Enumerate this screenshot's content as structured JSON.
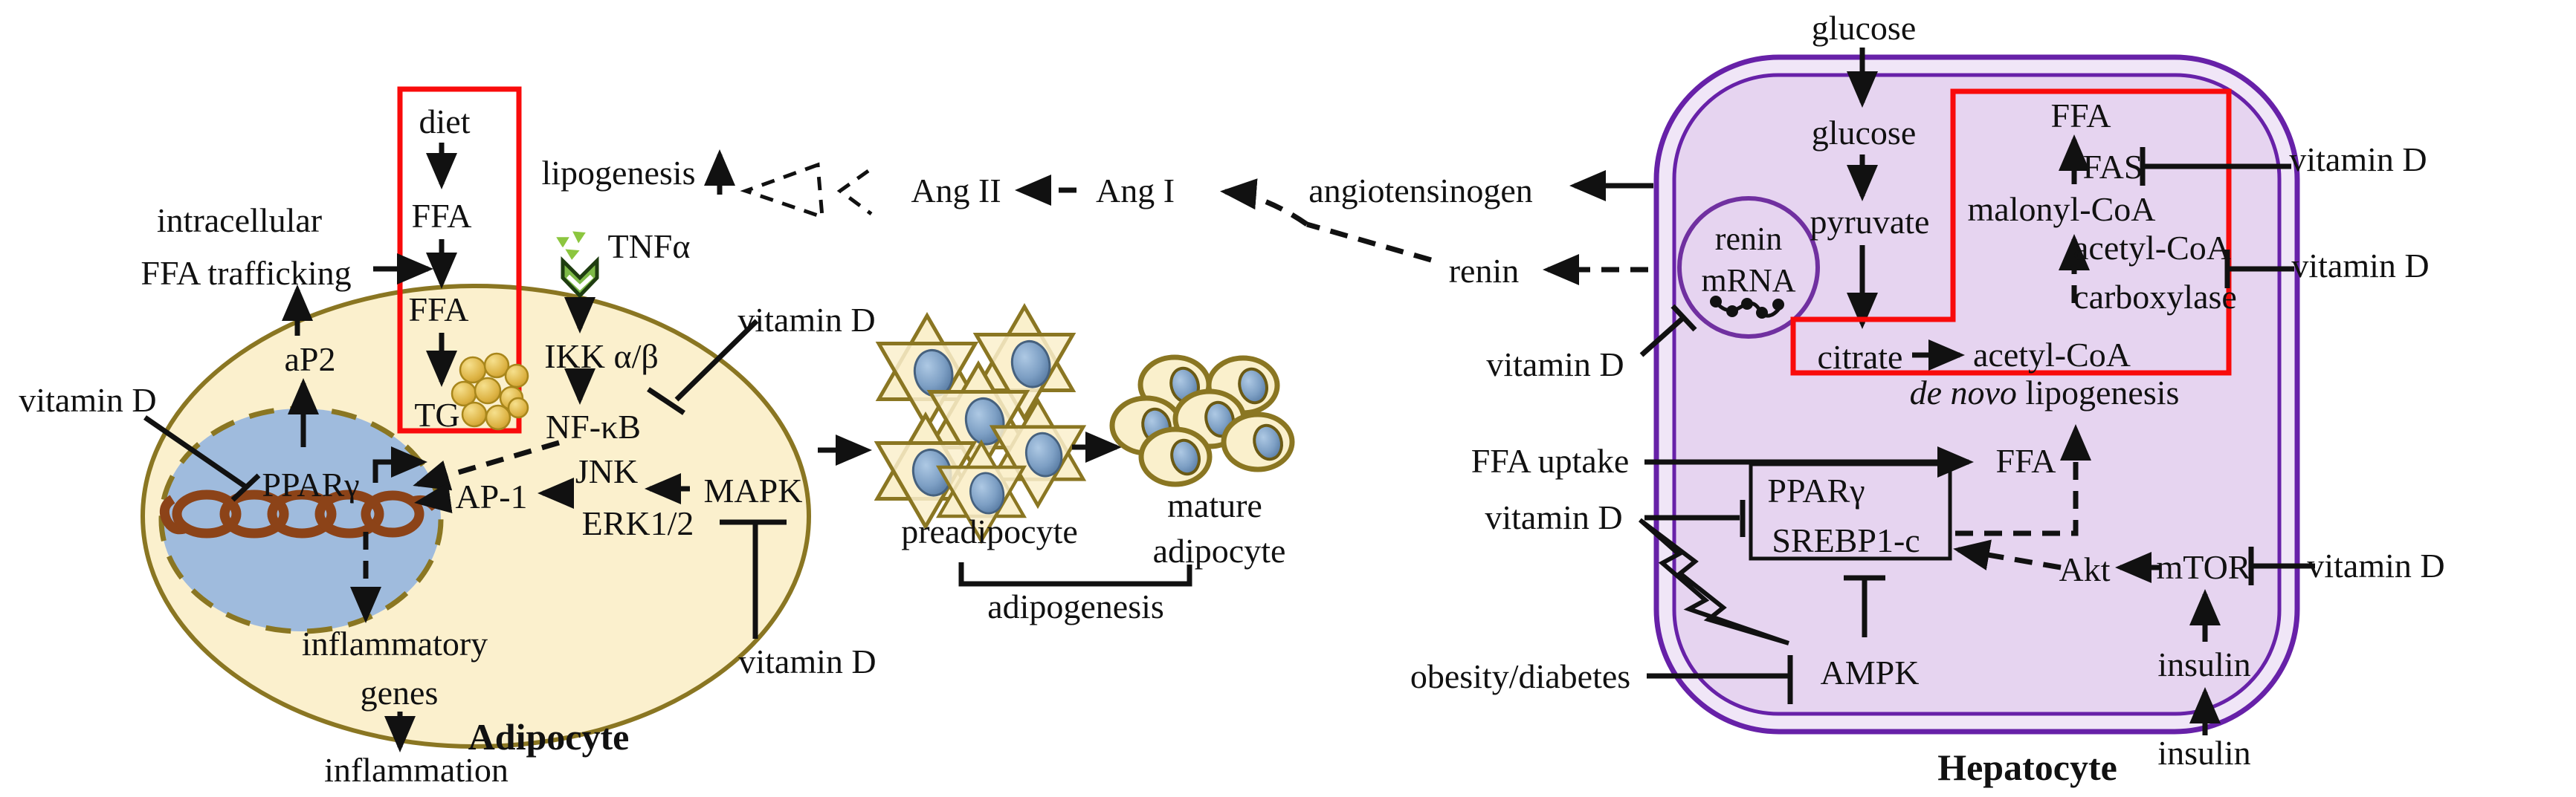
{
  "figure": {
    "adipocyte": {
      "cell_label": "Adipocyte",
      "intracellular": "intracellular",
      "ffa_trafficking": "FFA trafficking",
      "vitamin_d_left": "vitamin D",
      "vitamin_d_top": "vitamin D",
      "vitamin_d_bottom": "vitamin D",
      "ap2": "aP2",
      "pparg": "PPARγ",
      "diet": "diet",
      "ffa_outside": "FFA",
      "ffa_inside": "FFA",
      "tg": "TG",
      "tnfa": "TNFα",
      "ikk": "IKK α/β",
      "nfkb": "NF-κB",
      "jnk": "JNK",
      "erk": "ERK1/2",
      "ap1": "AP-1",
      "mapk": "MAPK",
      "inflammatory": "inflammatory",
      "genes": "genes",
      "inflammation": "inflammation"
    },
    "middle": {
      "lipogenesis": "lipogenesis",
      "ang2": "Ang II",
      "ang1": "Ang I",
      "angiotensinogen": "angiotensinogen",
      "renin": "renin",
      "preadipocyte": "preadipocyte",
      "mature": "mature",
      "mature2": "adipocyte",
      "adipogenesis": "adipogenesis"
    },
    "hepatocyte": {
      "cell_label": "Hepatocyte",
      "glucose_out": "glucose",
      "glucose_in": "glucose",
      "pyruvate": "pyruvate",
      "citrate": "citrate",
      "acetyl_coa_lower": "acetyl-CoA",
      "ffa_red_box": "FFA",
      "fas": "FAS",
      "malonyl_coa": "malonyl-CoA",
      "acetyl_coa_upper": "acetyl-CoA",
      "carboxylase": "carboxylase",
      "de_novo": "de novo",
      "lipogenesis_rest": " lipogenesis",
      "renin_line1": "renin",
      "renin_line2": "mRNA",
      "ffa_uptake": "FFA uptake",
      "ffa_inside": "FFA",
      "pparg": "PPARγ",
      "srebp1c": "SREBP1-c",
      "ampk": "AMPK",
      "obesity_diabetes": "obesity/diabetes",
      "akt": "Akt",
      "mtor": "mTOR",
      "insulin_inside": "insulin",
      "insulin_outside": "insulin",
      "vitamin_d_fas": "vitamin D",
      "vitamin_d_carboxylase": "vitamin D",
      "vitamin_d_mtor": "vitamin D",
      "vitamin_d_renin": "vitamin D",
      "vitamin_d_srebp": "vitamin D"
    },
    "colors": {
      "adipocyte_fill": "#FBF0CD",
      "adipocyte_stroke": "#8a7622",
      "nucleus_fill": "#9FBBDD",
      "hepatocyte_outer_fill": "#F0E6F7",
      "hepatocyte_inner_fill": "#E6D4F0",
      "hepatocyte_stroke": "#6721a8",
      "red_box": "#f90b0b",
      "tnfa_green": "#7DBA47",
      "dna_brown": "#8C4318",
      "lipid_gold": "#E3BE4F",
      "text": "#111111"
    }
  }
}
